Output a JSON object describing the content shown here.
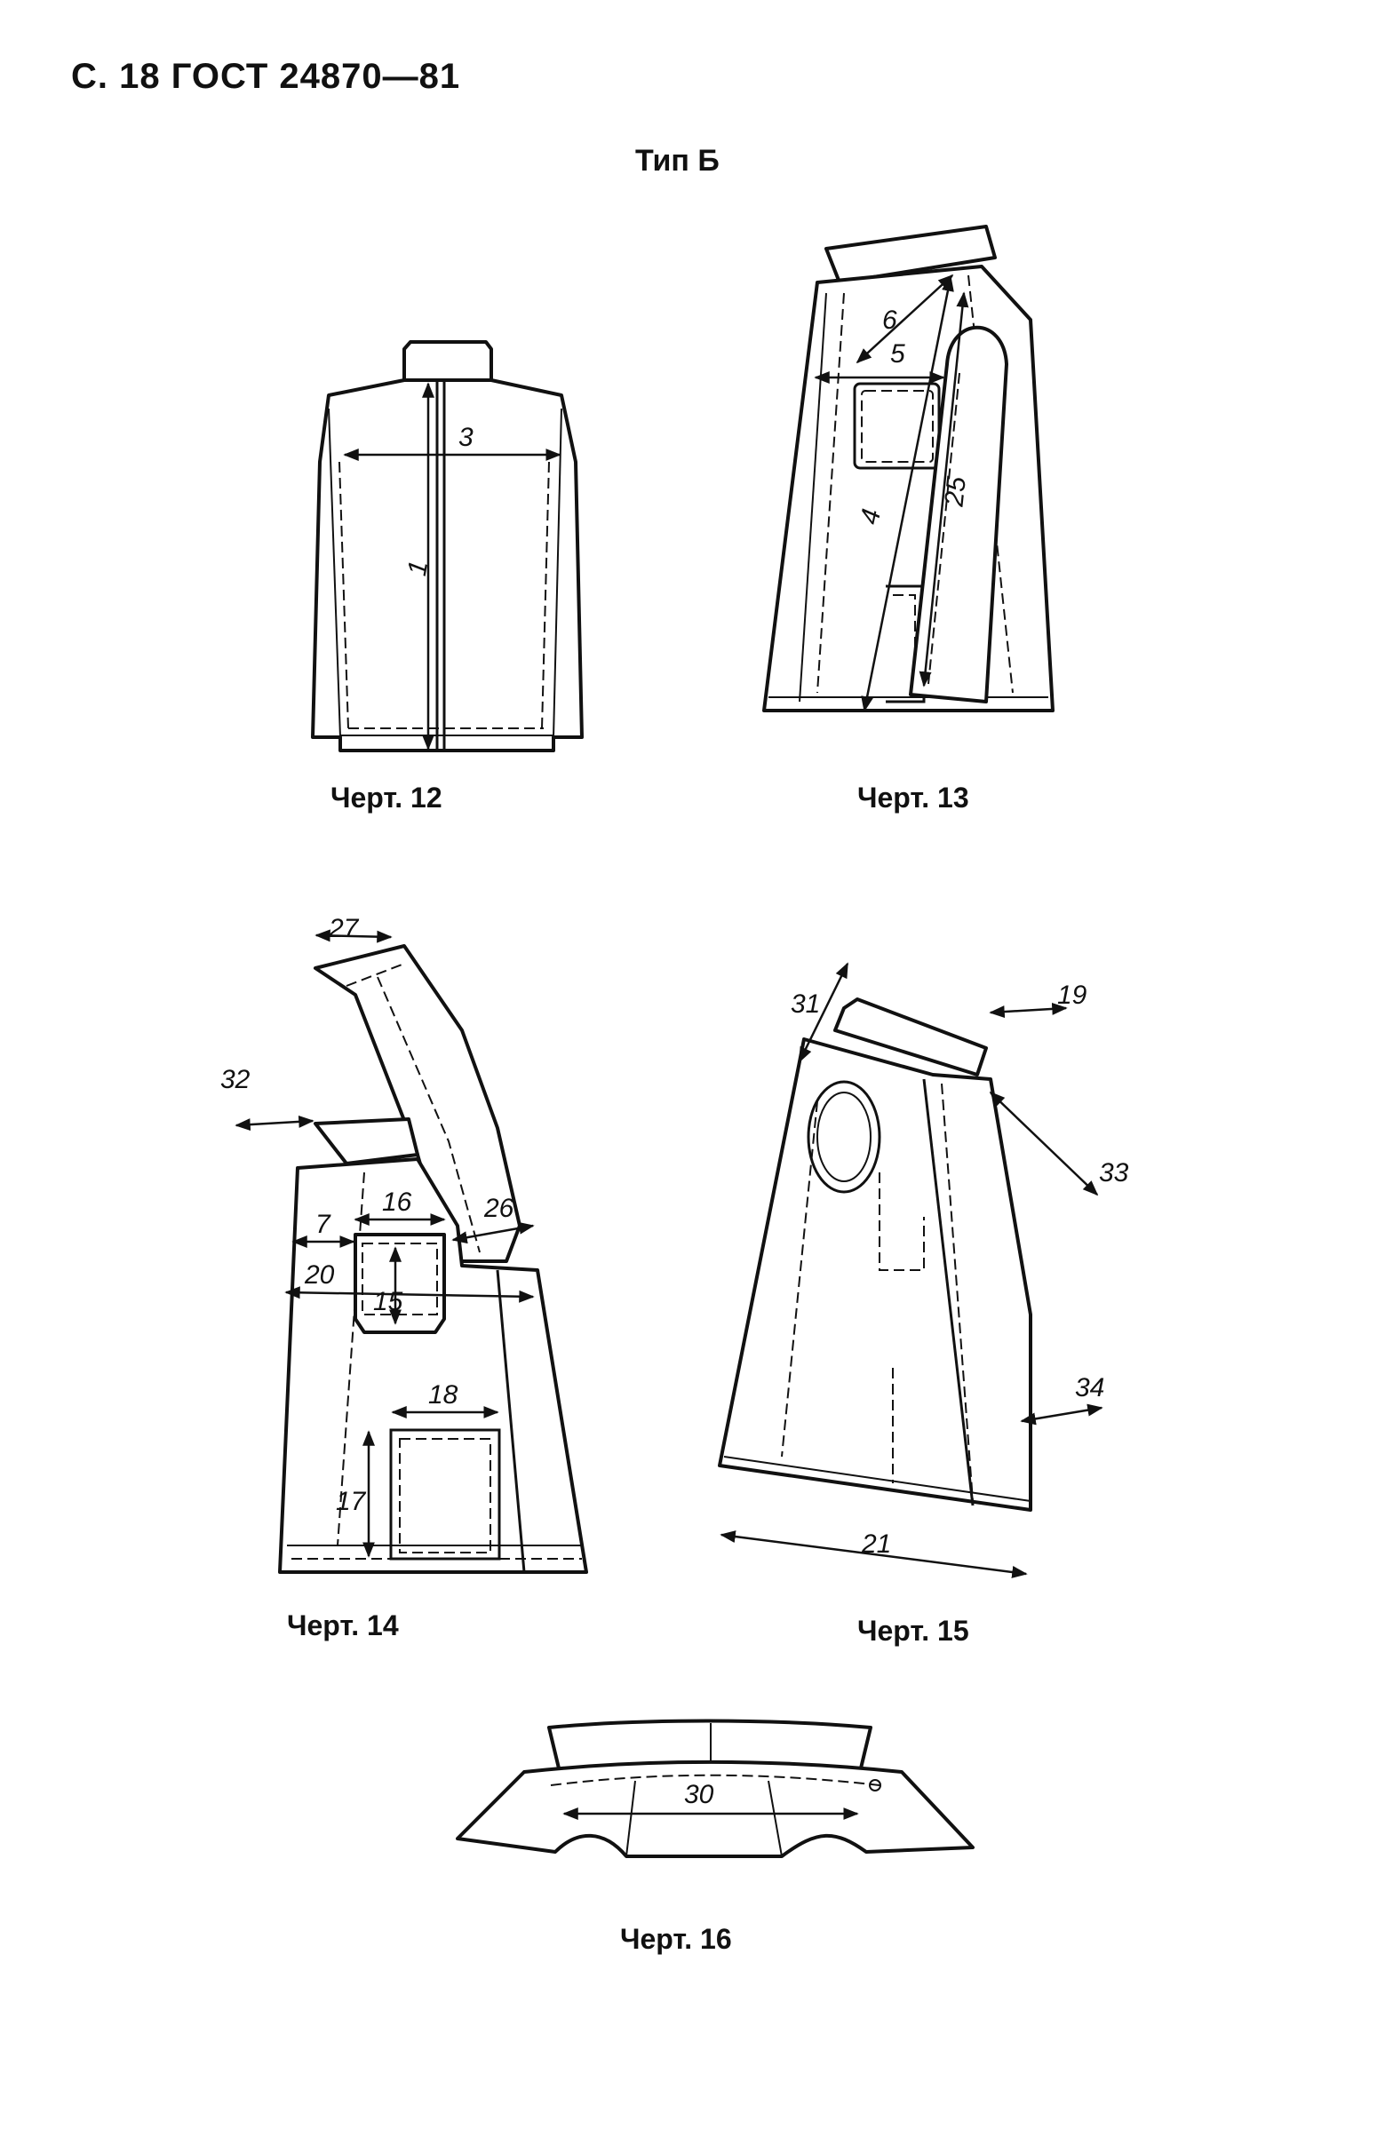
{
  "header": {
    "text": "С. 18 ГОСТ 24870—81"
  },
  "type_title": "Тип Б",
  "figures": [
    {
      "caption": "Черт. 12",
      "dims": [
        "3",
        "1"
      ]
    },
    {
      "caption": "Черт. 13",
      "dims": [
        "6",
        "5",
        "4",
        "25"
      ]
    },
    {
      "caption": "Черт. 14",
      "dims": [
        "27",
        "32",
        "16",
        "7",
        "20",
        "26",
        "15",
        "18",
        "17"
      ]
    },
    {
      "caption": "Черт. 15",
      "dims": [
        "31",
        "19",
        "33",
        "34",
        "21"
      ]
    },
    {
      "caption": "Черт. 16",
      "dims": [
        "30"
      ]
    }
  ]
}
